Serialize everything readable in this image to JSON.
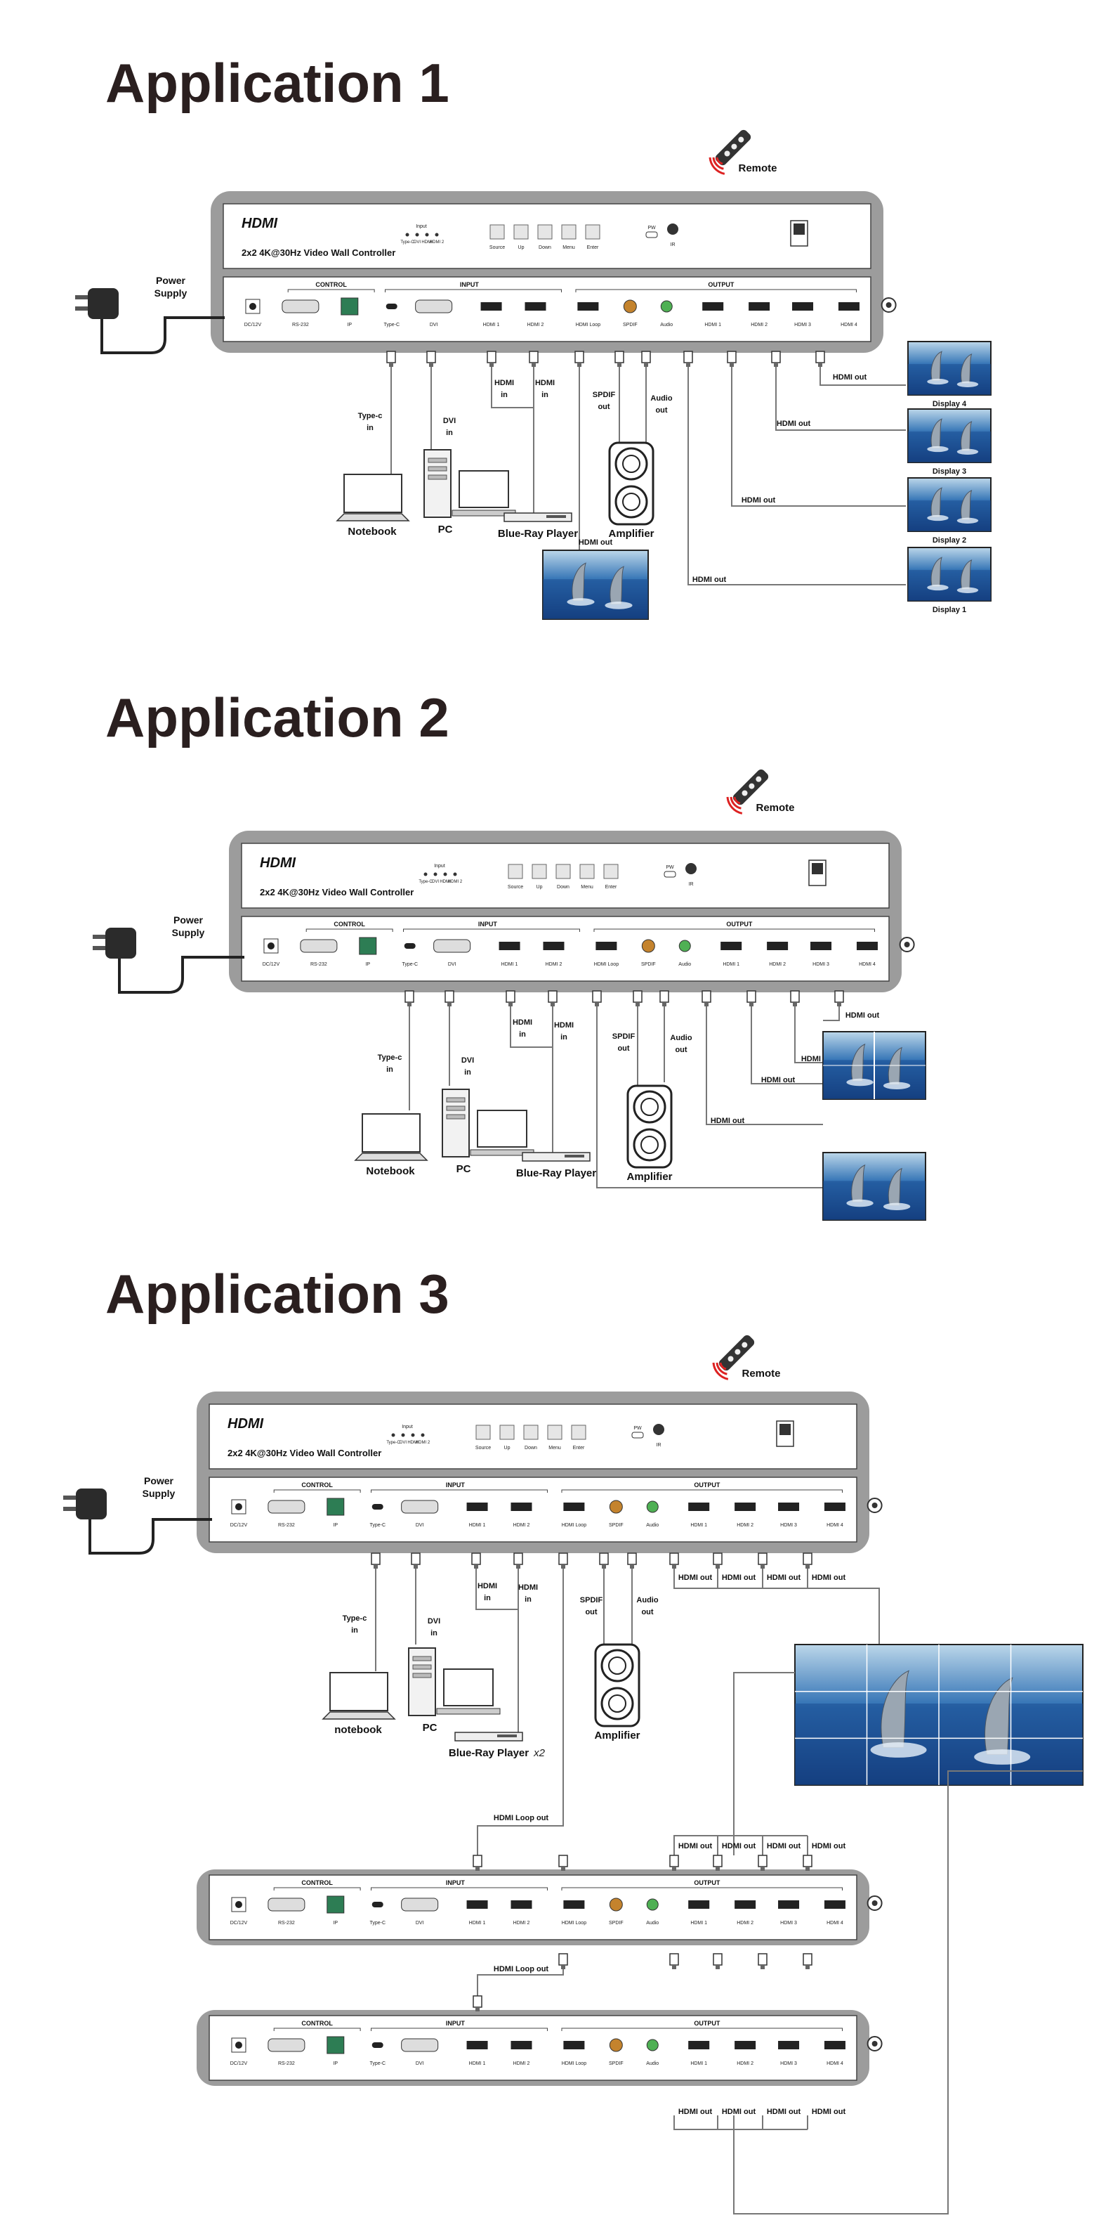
{
  "apps": [
    {
      "title": "Application 1",
      "remote": "Remote",
      "power": [
        "Power",
        "Supply"
      ],
      "device_title": "2x2 4K@30Hz Video Wall Controller",
      "cable_labels": [
        "Type-c",
        "in",
        "DVI",
        "in",
        "HDMI",
        "in",
        "HDMI",
        "in",
        "SPDIF",
        "out",
        "Audio",
        "out",
        "HDMI out",
        "HDMI out",
        "HDMI out",
        "HDMI out",
        "HDMI out"
      ],
      "devices": [
        "Notebook",
        "PC",
        "Blue-Ray Player",
        "Amplifier"
      ],
      "displays": [
        "Display 4",
        "Display 3",
        "Display 2",
        "Display 1"
      ]
    },
    {
      "title": "Application 2",
      "remote": "Remote",
      "power": [
        "Power",
        "Supply"
      ],
      "device_title": "2x2 4K@30Hz Video Wall Controller",
      "cable_labels": [
        "Type-c",
        "in",
        "DVI",
        "in",
        "HDMI",
        "in",
        "HDMI",
        "in",
        "SPDIF",
        "out",
        "Audio",
        "out",
        "HDMI out",
        "HDMI out",
        "HDMI out",
        "HDMI out"
      ],
      "devices": [
        "Notebook",
        "PC",
        "Blue-Ray Player",
        "Amplifier"
      ]
    },
    {
      "title": "Application 3",
      "remote": "Remote",
      "power": [
        "Power",
        "Supply"
      ],
      "device_title": "2x2 4K@30Hz Video Wall Controller",
      "cable_labels": [
        "Type-c",
        "in",
        "DVI",
        "in",
        "HDMI",
        "in",
        "HDMI",
        "in",
        "SPDIF",
        "out",
        "Audio",
        "out",
        "HDMI out",
        "HDMI out",
        "HDMI out",
        "HDMI out",
        "HDMI Loop out",
        "HDMI out",
        "HDMI out",
        "HDMI out",
        "HDMI out",
        "HDMI Loop out",
        "HDMI out",
        "HDMI out",
        "HDMI out",
        "HDMI out"
      ],
      "devices": [
        "notebook",
        "PC",
        "Blue-Ray Player",
        "x2",
        "Amplifier"
      ]
    }
  ],
  "panel": {
    "logo": "HDMI",
    "input_group": "Input",
    "input_leds": [
      "Type-C",
      "DVI",
      "HDMI",
      "HDMI 2"
    ],
    "buttons": [
      "Source",
      "Up",
      "Down",
      "Menu",
      "Enter"
    ],
    "pw": "PW",
    "ir": "IR"
  },
  "rear": {
    "control": "CONTROL",
    "input": "INPUT",
    "output": "OUTPUT",
    "ports": [
      "DC/12V",
      "RS-232",
      "IP",
      "Type-C",
      "DVI",
      "HDMI 1",
      "HDMI 2",
      "HDMI Loop",
      "SPDIF",
      "Audio",
      "HDMI 1",
      "HDMI 2",
      "HDMI 3",
      "HDMI 4"
    ]
  }
}
